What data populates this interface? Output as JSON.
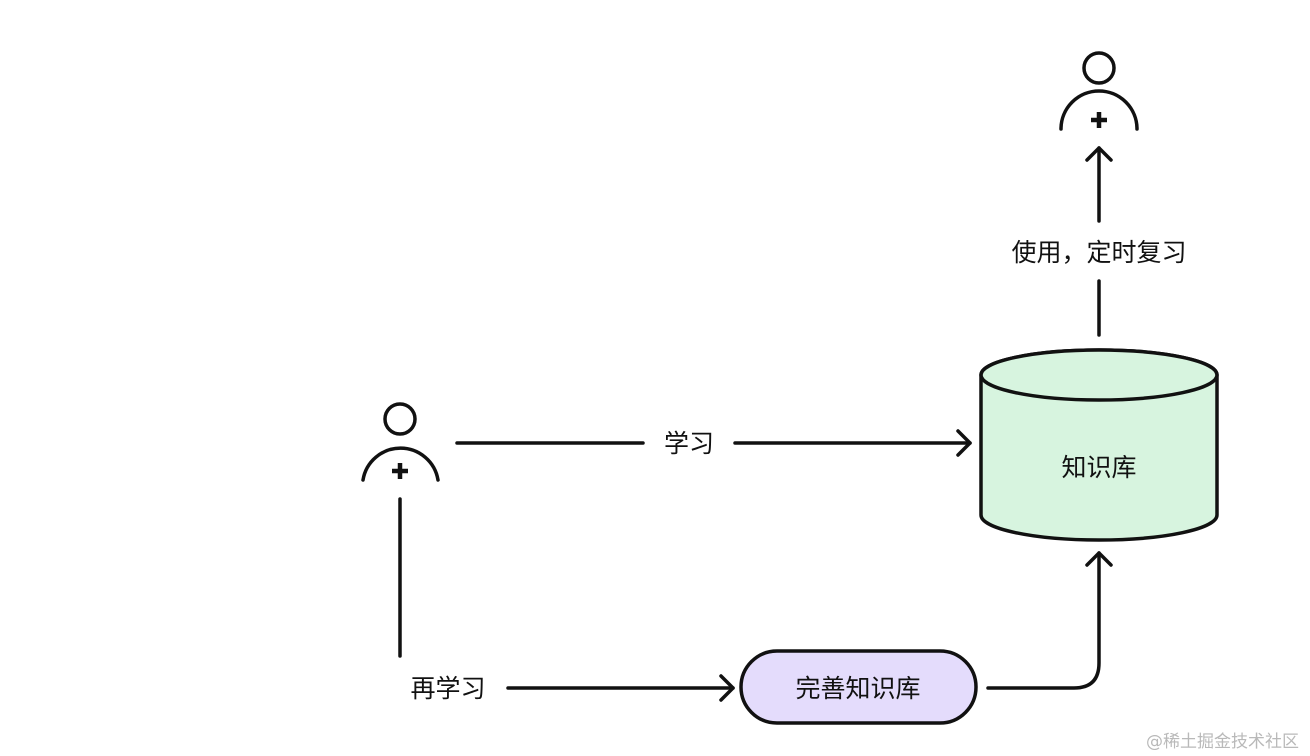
{
  "nodes": {
    "learner": {
      "icon": "person-add-icon"
    },
    "reviewer": {
      "icon": "person-add-icon"
    },
    "knowledge_base": {
      "label": "知识库",
      "shape": "cylinder",
      "fill": "#d7f4df"
    },
    "refine_kb": {
      "label": "完善知识库",
      "shape": "pill",
      "fill": "#e4dcfc"
    }
  },
  "edges": {
    "learn": {
      "label": "学习"
    },
    "use_review": {
      "label": "使用，定时复习"
    },
    "relearn": {
      "label": "再学习"
    }
  },
  "watermark": "@稀土掘金技术社区",
  "colors": {
    "stroke": "#111111",
    "cylinder_fill": "#d7f4df",
    "pill_fill": "#e4dcfc",
    "watermark": "#b9b9b9"
  }
}
